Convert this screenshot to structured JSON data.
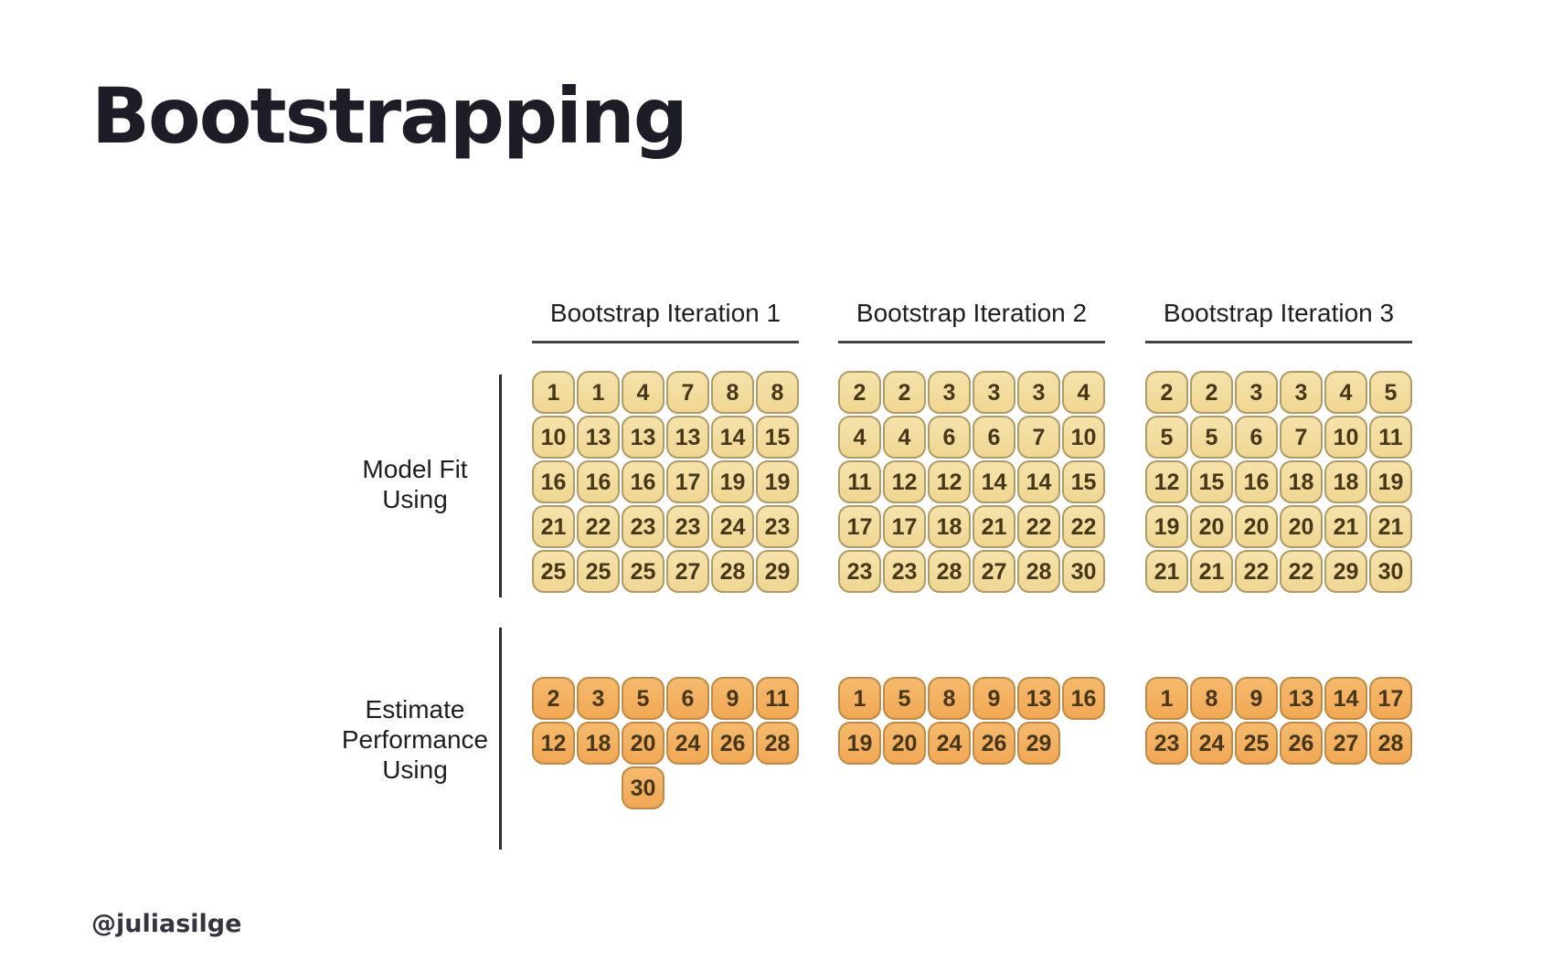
{
  "slide": {
    "title": "Bootstrapping",
    "footer": "@juliasilge"
  },
  "section_labels": {
    "fit": [
      "Model Fit",
      "Using"
    ],
    "estimate": [
      "Estimate",
      "Performance",
      "Using"
    ]
  },
  "iterations": [
    {
      "label": "Bootstrap Iteration 1",
      "fit_rows": [
        [
          1,
          1,
          4,
          7,
          8,
          8
        ],
        [
          10,
          13,
          13,
          13,
          14,
          15
        ],
        [
          16,
          16,
          16,
          17,
          19,
          19
        ],
        [
          21,
          22,
          23,
          23,
          24,
          23
        ],
        [
          25,
          25,
          25,
          27,
          28,
          29
        ]
      ],
      "estimate_rows": [
        [
          2,
          3,
          5,
          6,
          9,
          11
        ],
        [
          12,
          18,
          20,
          24,
          26,
          28
        ],
        [
          null,
          null,
          30,
          null,
          null,
          null
        ]
      ]
    },
    {
      "label": "Bootstrap Iteration 2",
      "fit_rows": [
        [
          2,
          2,
          3,
          3,
          3,
          4
        ],
        [
          4,
          4,
          6,
          6,
          7,
          10
        ],
        [
          11,
          12,
          12,
          14,
          14,
          15
        ],
        [
          17,
          17,
          18,
          21,
          22,
          22
        ],
        [
          23,
          23,
          28,
          27,
          28,
          30
        ]
      ],
      "estimate_rows": [
        [
          1,
          5,
          8,
          9,
          13,
          16
        ],
        [
          19,
          20,
          24,
          26,
          29,
          null
        ]
      ]
    },
    {
      "label": "Bootstrap Iteration 3",
      "fit_rows": [
        [
          2,
          2,
          3,
          3,
          4,
          5
        ],
        [
          5,
          5,
          6,
          7,
          10,
          11
        ],
        [
          12,
          15,
          16,
          18,
          18,
          19
        ],
        [
          19,
          20,
          20,
          20,
          21,
          21
        ],
        [
          21,
          21,
          22,
          22,
          29,
          30
        ]
      ],
      "estimate_rows": [
        [
          1,
          8,
          9,
          13,
          14,
          17
        ],
        [
          23,
          24,
          25,
          26,
          27,
          28
        ]
      ]
    }
  ],
  "colors": {
    "background": "#ffffff",
    "title_text": "#1d1d28",
    "header_text": "#1e1e1e",
    "underline": "#454545",
    "divider_bar": "#2d2d2d",
    "fit_tile_fill": "#f3dc9e",
    "fit_tile_border": "#b09a68",
    "estimate_tile_fill": "#f4b161",
    "estimate_tile_border": "#bd8a49",
    "tile_number": "#46361a"
  }
}
